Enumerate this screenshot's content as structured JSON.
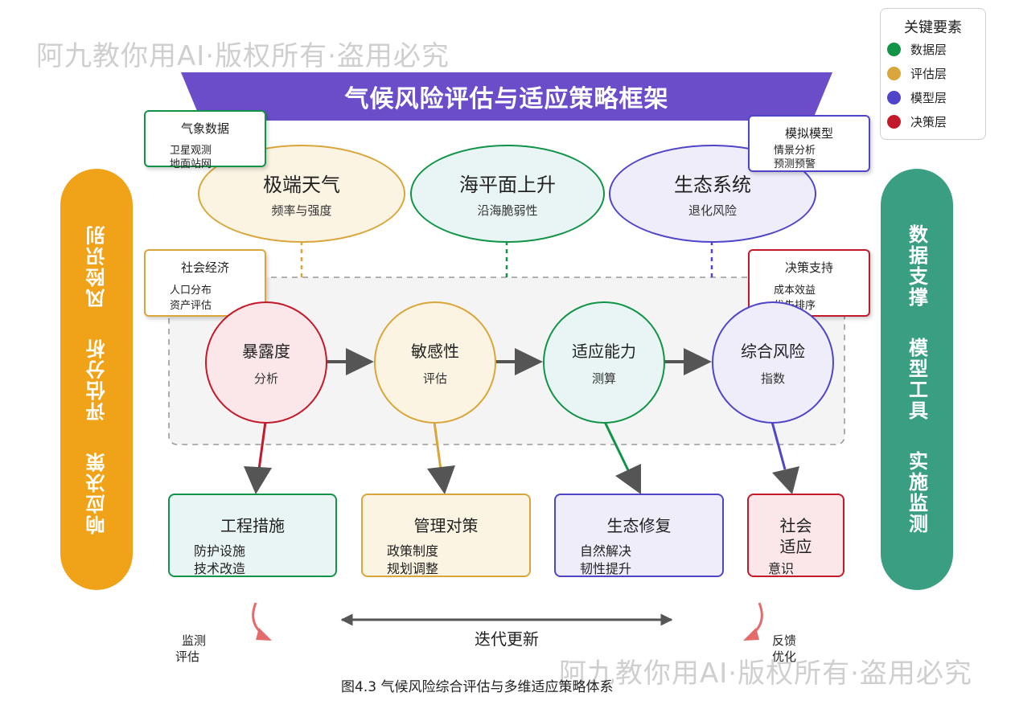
{
  "watermark": "阿九教你用AI·版权所有·盗用必究",
  "title": "气候风险评估与适应策略框架",
  "side_left": [
    "风险识别",
    "评估分析",
    "响应决策"
  ],
  "side_right": [
    "数据支撑",
    "模型工具",
    "实施监测"
  ],
  "top_factors": [
    {
      "title": "极端天气",
      "sub": "频率与强度"
    },
    {
      "title": "海平面上升",
      "sub": "沿海脆弱性"
    },
    {
      "title": "生态系统",
      "sub": "退化风险"
    }
  ],
  "info_boxes": {
    "weather": {
      "title": "气象数据",
      "lines": [
        "卫星观测",
        "地面站网"
      ]
    },
    "model": {
      "title": "模拟模型",
      "lines": [
        "情景分析",
        "预测预警"
      ]
    },
    "socio": {
      "title": "社会经济",
      "lines": [
        "人口分布",
        "资产评估"
      ]
    },
    "decision": {
      "title": "决策支持",
      "lines": [
        "成本效益",
        "优先排序"
      ]
    }
  },
  "process": [
    {
      "title": "暴露度",
      "sub": "分析"
    },
    {
      "title": "敏感性",
      "sub": "评估"
    },
    {
      "title": "适应能力",
      "sub": "测算"
    },
    {
      "title": "综合风险",
      "sub": "指数"
    }
  ],
  "actions": [
    {
      "title": "工程措施",
      "lines": [
        "防护设施",
        "技术改造"
      ]
    },
    {
      "title": "管理对策",
      "lines": [
        "政策制度",
        "规划调整"
      ]
    },
    {
      "title": "生态修复",
      "lines": [
        "自然解决",
        "韧性提升"
      ]
    },
    {
      "title_lines": [
        "社会",
        "适应"
      ],
      "lines": [
        "意识"
      ]
    }
  ],
  "iteration": "迭代更新",
  "feedback_left": [
    "监测",
    "评估"
  ],
  "feedback_right": [
    "反馈",
    "优化"
  ],
  "legend": {
    "title": "关键要素",
    "items": [
      {
        "label": "数据层",
        "color": "#119447"
      },
      {
        "label": "评估层",
        "color": "#d9a63b"
      },
      {
        "label": "模型层",
        "color": "#5045c8"
      },
      {
        "label": "决策层",
        "color": "#c21a2a"
      }
    ]
  },
  "caption": "图4.3 气候风险综合评估与多维适应策略体系",
  "colors": {
    "banner": "#6c4dc9",
    "side_left": "#f0a219",
    "side_right": "#3a9e82",
    "red": "#c21a2a",
    "gold": "#d9a63b",
    "green": "#119447",
    "purple": "#5045c8",
    "feedback_arrow": "#e36b6b"
  }
}
